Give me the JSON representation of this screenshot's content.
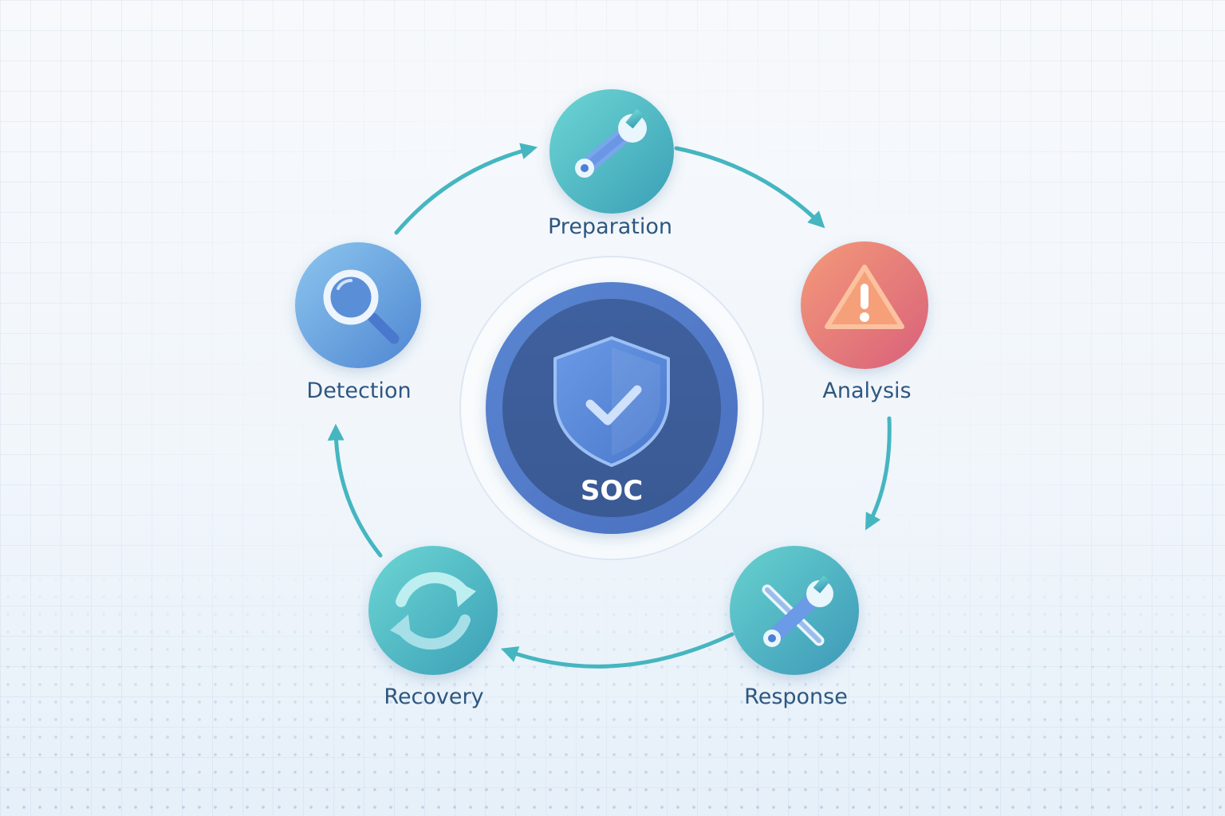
{
  "hub": {
    "label": "SOC",
    "icon": "shield-check-icon"
  },
  "stages": {
    "preparation": {
      "label": "Preparation",
      "icon": "wrench-icon"
    },
    "analysis": {
      "label": "Analysis",
      "icon": "warning-triangle-icon"
    },
    "response": {
      "label": "Response",
      "icon": "crossed-tools-icon"
    },
    "recovery": {
      "label": "Recovery",
      "icon": "refresh-arrows-icon"
    },
    "detection": {
      "label": "Detection",
      "icon": "magnifier-icon"
    }
  },
  "colors": {
    "teal": "#3fb8c0",
    "blue": "#5a8fd8",
    "coral": "#e8735f",
    "navy": "#3b5e9a",
    "label": "#2e5780"
  }
}
